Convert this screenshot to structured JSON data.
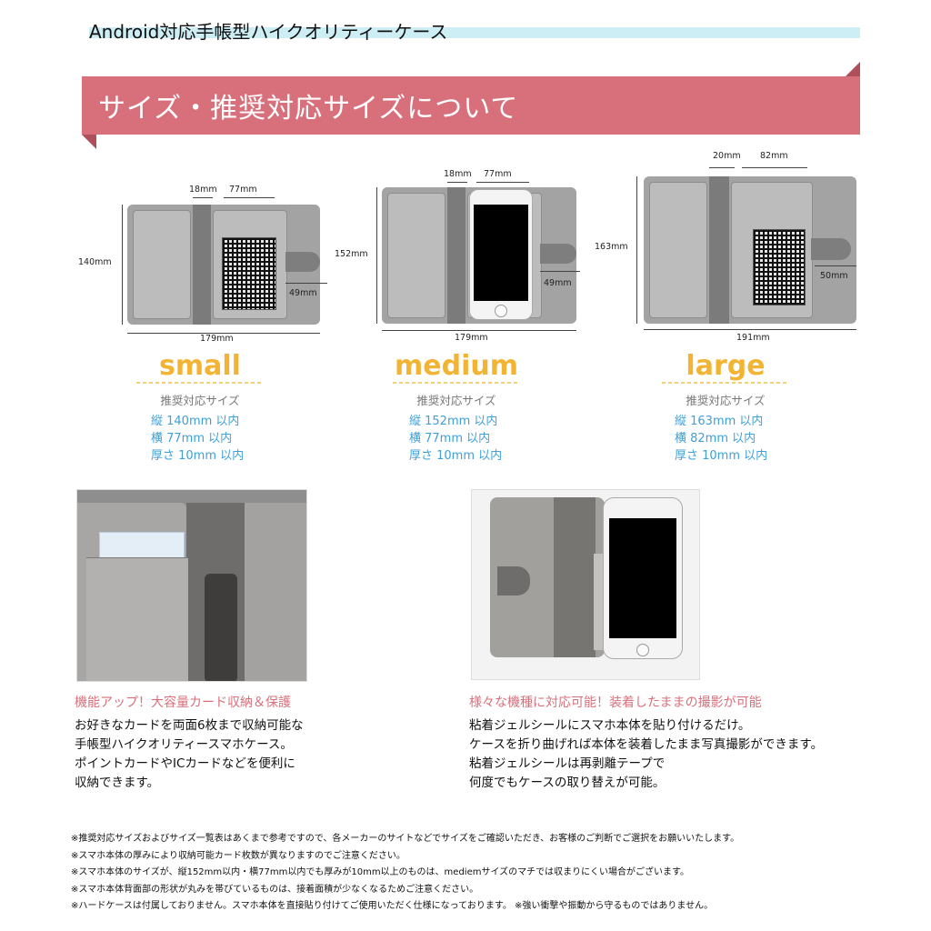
{
  "header": {
    "title": "Android対応手帳型ハイクオリティーケース",
    "banner": "サイズ・推奨対応サイズについて"
  },
  "colors": {
    "banner": "#d8707c",
    "size_name": "#f3b434",
    "spec_text": "#3f9fd8",
    "top_band": "#cdeef5"
  },
  "sizes": [
    {
      "name": "small",
      "height_label": "140mm",
      "width_label": "179mm",
      "spine_label": "18mm",
      "pocket_label": "77mm",
      "clasp_label": "49mm",
      "recommended_label": "推奨対応サイズ",
      "spec_lines": [
        "縦 140mm 以内",
        "横 77mm 以内",
        "厚さ 10mm 以内"
      ]
    },
    {
      "name": "medium",
      "height_label": "152mm",
      "width_label": "179mm",
      "spine_label": "18mm",
      "pocket_label": "77mm",
      "clasp_label": "49mm",
      "recommended_label": "推奨対応サイズ",
      "spec_lines": [
        "縦 152mm 以内",
        "横 77mm 以内",
        "厚さ 10mm 以内"
      ]
    },
    {
      "name": "large",
      "height_label": "163mm",
      "width_label": "191mm",
      "spine_label": "20mm",
      "pocket_label": "82mm",
      "clasp_label": "50mm",
      "recommended_label": "推奨対応サイズ",
      "spec_lines": [
        "縦 163mm 以内",
        "横 82mm 以内",
        "厚さ 10mm 以内"
      ]
    }
  ],
  "features": [
    {
      "caption": "機能アップ！大容量カード収納＆保護",
      "body": [
        "お好きなカードを両面6枚まで収納可能な",
        "手帳型ハイクオリティースマホケース。",
        "ポイントカードやICカードなどを便利に",
        "収納できます。"
      ]
    },
    {
      "caption": "様々な機種に対応可能！装着したままの撮影が可能",
      "body": [
        "粘着ジェルシールにスマホ本体を貼り付けるだけ。",
        "ケースを折り曲げれば本体を装着したまま写真撮影ができます。",
        "粘着ジェルシールは再剥離テープで",
        "何度でもケースの取り替えが可能。"
      ]
    }
  ],
  "notes": [
    "※推奨対応サイズおよびサイズ一覧表はあくまで参考ですので、各メーカーのサイトなどでサイズをご確認いただき、お客様のご判断でご選択をお願いいたします。",
    "※スマホ本体の厚みにより収納可能カード枚数が異なりますのでご注意ください。",
    "※スマホ本体のサイズが、縦152mm以内・横77mm以内でも厚みが10mm以上のものは、mediemサイズのマチでは収まりにくい場合がございます。",
    "※スマホ本体背面部の形状が丸みを帯びているものは、接着面積が少なくなるためご注意ください。",
    "※ハードケースは付属しておりません。スマホ本体を直接貼り付けてご使用いただく仕様になっております。 ※強い衝撃や振動から守るものではありません。"
  ]
}
